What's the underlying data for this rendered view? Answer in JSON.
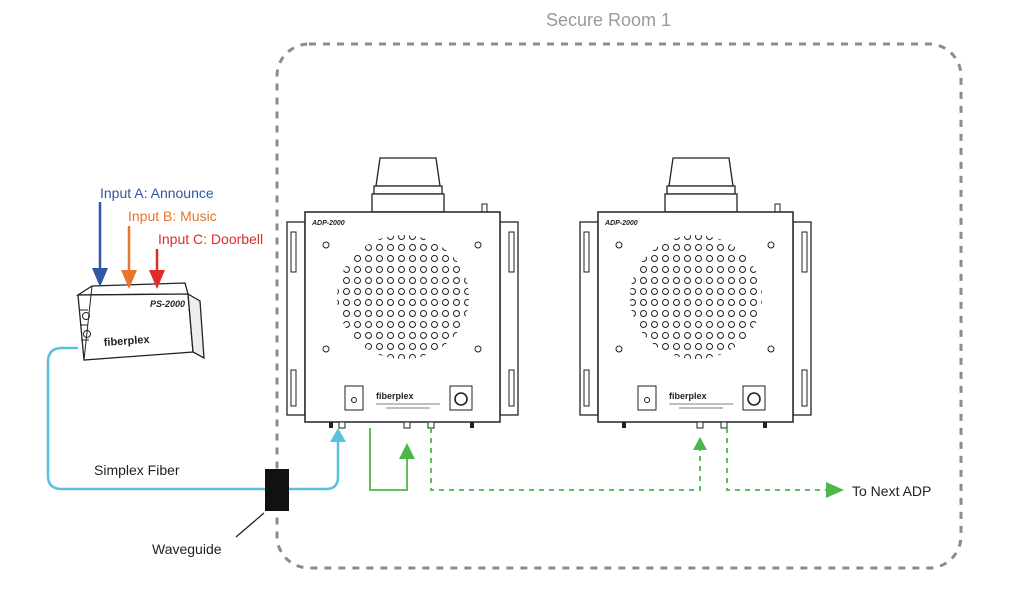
{
  "labels": {
    "room_title": "Secure Room 1",
    "input_a": "Input A: Announce",
    "input_b": "Input B: Music",
    "input_c": "Input C: Doorbell",
    "simplex_fiber": "Simplex Fiber",
    "waveguide": "Waveguide",
    "to_next": "To Next ADP"
  },
  "device_text": {
    "transmitter_model": "PS-2000",
    "transmitter_brand": "fiberplex",
    "speaker_model": "ADP-2000",
    "speaker_brand": "fiberplex"
  },
  "colors": {
    "input_a": "#2f57a6",
    "input_b": "#e8742f",
    "input_c": "#e02b2b",
    "fiber": "#5bc0de",
    "green_link": "#4db848",
    "room_border": "#8c8c8c"
  }
}
